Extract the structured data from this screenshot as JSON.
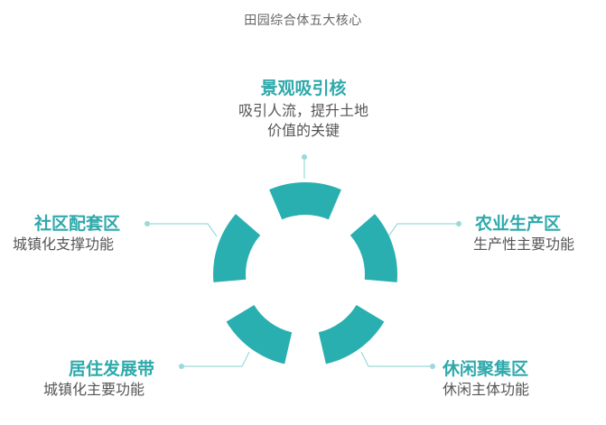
{
  "title": "田园综合体五大核心",
  "colors": {
    "segment": "#2aafb1",
    "connector": "#9bd9da",
    "heading": "#2fa9ab",
    "text": "#555555"
  },
  "nodes": {
    "top": {
      "name": "景观吸引核",
      "desc": [
        "吸引人流，提升土地",
        "价值的关键"
      ]
    },
    "right": {
      "name": "农业生产区",
      "desc": [
        "生产性主要功能"
      ]
    },
    "bottom_right": {
      "name": "休闲聚集区",
      "desc": [
        "休闲主体功能"
      ]
    },
    "bottom_left": {
      "name": "居住发展带",
      "desc": [
        "城镇化主要功能"
      ]
    },
    "left": {
      "name": "社区配套区",
      "desc": [
        "城镇化支撑功能"
      ]
    }
  }
}
